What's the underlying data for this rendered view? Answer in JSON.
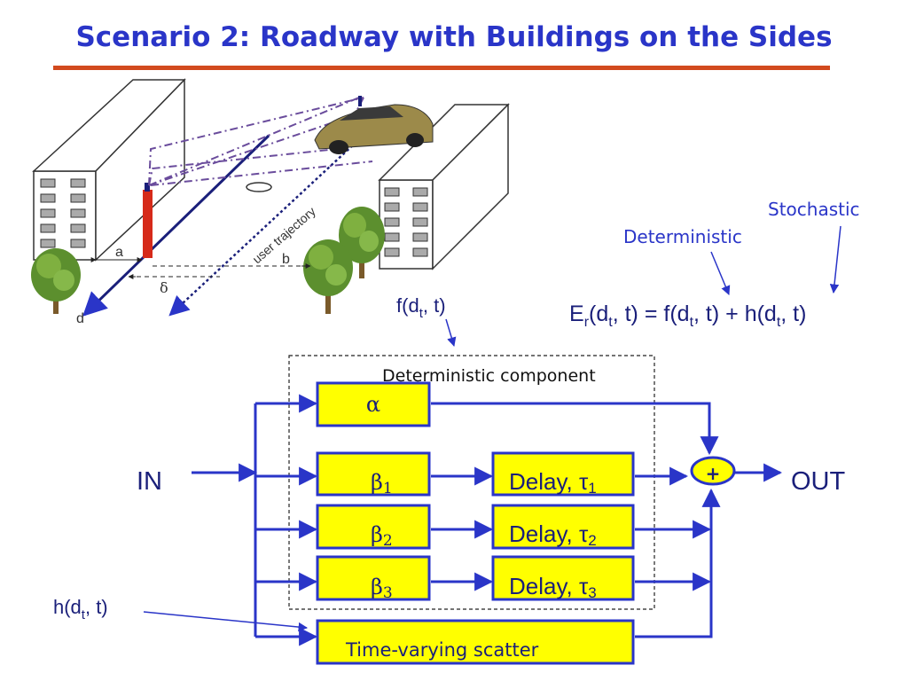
{
  "title": "Scenario 2: Roadway with Buildings on the Sides",
  "illustration": {
    "road_labels": {
      "a": "a",
      "b": "b",
      "delta": "δ",
      "d": "d",
      "trajectory": "user trajectory"
    }
  },
  "equation": {
    "stochastic_label": "Stochastic",
    "deterministic_label": "Deterministic",
    "E": "E",
    "r": "r",
    "lhs_args": "(d",
    "t": "t",
    "comma_t": ", t)",
    "eq": " = ",
    "f": "f(d",
    "plus": " + ",
    "h": "h(d"
  },
  "diagram": {
    "f_label_pre": "f(d",
    "f_label_sub": "t",
    "f_label_post": ", t)",
    "h_label_pre": "h(d",
    "h_label_sub": "t",
    "h_label_post": ", t)",
    "deterministic_component": "Deterministic component",
    "in": "IN",
    "out": "OUT",
    "sum": "+",
    "alpha": "α",
    "beta": "β",
    "beta_subs": [
      "1",
      "2",
      "3"
    ],
    "delay": "Delay, τ",
    "delay_subs": [
      "1",
      "2",
      "3"
    ],
    "scatter": "Time-varying scatter"
  },
  "colors": {
    "title": "#2a35c8",
    "rule": "#d24a1e",
    "block_fill": "#ffff00",
    "block_stroke": "#2a35c8",
    "wire": "#2a35c8",
    "pole": "#d62a1a"
  }
}
